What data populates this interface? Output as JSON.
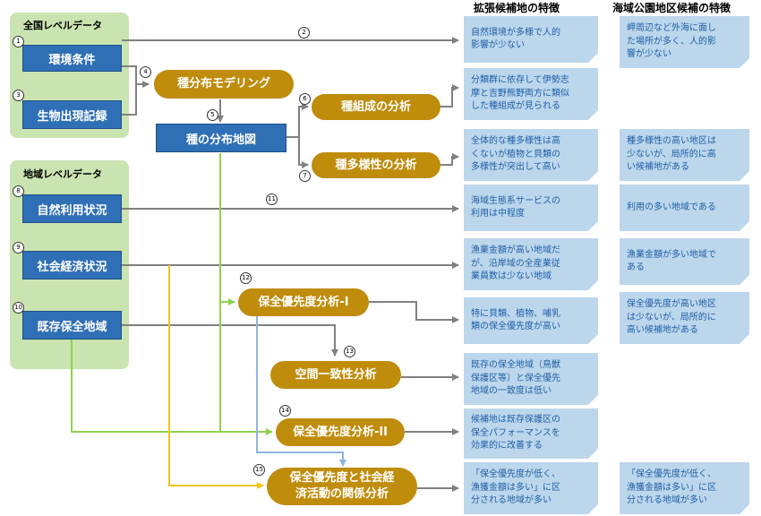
{
  "column_titles": {
    "candidate": "拡張候補地の特徴",
    "marine_park": "海域公園地区候補の特徴"
  },
  "groups": {
    "national": "全国レベルデータ",
    "local": "地域レベルデータ"
  },
  "inputs": {
    "environment": "環境条件",
    "biological": "生物出現記録",
    "natural_use": "自然利用状況",
    "socioeconomic": "社会経済状況",
    "existing": "既存保全地域"
  },
  "processes": {
    "modeling": "種分布モデリング",
    "distribution_map": "種の分布地図",
    "composition": "種組成の分析",
    "diversity": "種多様性の分析",
    "priority1": "保全優先度分析-I",
    "spatial": "空間一致性分析",
    "priority2": "保全優先度分析-II",
    "relation": "保全優先度と社会経\n済活動の関係分析"
  },
  "numbers": {
    "n1": "1",
    "n2": "2",
    "n3": "3",
    "n4": "4",
    "n5": "5",
    "n6": "6",
    "n7": "7",
    "n8": "8",
    "n9": "9",
    "n10": "10",
    "n11": "11",
    "n12": "12",
    "n13": "13",
    "n14": "14",
    "n15": "15"
  },
  "candidate_notes": {
    "c1": "自然環境が多様で人的\n影響が少ない",
    "c2": "分類群に依存して伊勢志\n摩と吉野熊野両方に類似\nした種組成が見られる",
    "c3": "全体的な種多様性は高\nくないが植物と貝類の\n多様性が突出して高い",
    "c4": "海域生態系サービスの\n利用は中程度",
    "c5": "漁業金額が高い地域だ\nが、沿岸域の全産業従\n業員数は少ない地域",
    "c6": "特に貝類、植物、哺乳\n類の保全優先度が高い",
    "c7": "既存の保全地域（鳥獣\n保護区等）と保全優先\n地域の一致度は低い",
    "c8": "候補地は既存保護区の\n保全パフォーマンスを\n効果的に改善する",
    "c9": "「保全優先度が低く、\n漁獲金額は多い」に区\n分される地域が多い"
  },
  "marine_notes": {
    "m1": "岬周辺など外海に面し\nた場所が多く、人的影\n響が少ない",
    "m2": "種多様性の高い地区は\n少ないが、局所的に高\nい候補地がある",
    "m3": "利用の多い地域である",
    "m4": "漁業金額が多い地域で\nある",
    "m5": "保全優先度が高い地区\nは少ないが、局所的に\n高い候補地がある",
    "m6": "「保全優先度が低く、\n漁獲金額は多い」に区\n分される地域が多い"
  },
  "colors": {
    "input_box": "#2f6fb5",
    "process_pill": "#bf8c0c",
    "note_box": "#bcd6ec",
    "group_bg": "#c9e4b0",
    "gray_line": "#808080",
    "green_line": "#8fd14f",
    "blue_line": "#8eb4e3",
    "yellow_line": "#f5c518"
  }
}
